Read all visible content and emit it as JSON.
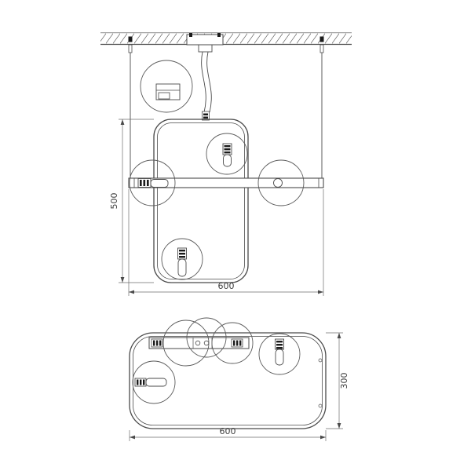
{
  "drawing": {
    "type": "pendant-lamp-technical-diagram",
    "line_color": "#4a4a4a",
    "background": "#ffffff",
    "views": {
      "front": {
        "height_label": "500",
        "width_label": "600"
      },
      "plan": {
        "depth_label": "300",
        "width_label": "600"
      }
    }
  }
}
